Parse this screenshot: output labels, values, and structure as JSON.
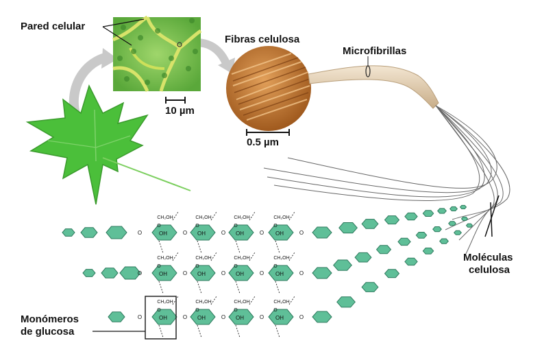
{
  "labels": {
    "pared_celular": "Pared celular",
    "fibras_celulosa": "Fibras celulosa",
    "microfibrillas": "Microfibrillas",
    "scale_cell": "10 µm",
    "scale_fiber": "0.5 µm",
    "moleculas_line1": "Moléculas",
    "moleculas_line2": "celulosa",
    "monomeros_line1": "Monómeros",
    "monomeros_line2": "de glucosa"
  },
  "chem": {
    "ch2oh": "CH₂OH",
    "oh": "OH",
    "o": "O"
  },
  "colors": {
    "glucose_fill": "#5fbf98",
    "glucose_stroke": "#2f7a5e",
    "leaf": "#4bbf3a",
    "cell_wall": "#d8e36a",
    "fiber": "#c8782e",
    "microfibril": "#d9c3a2"
  }
}
